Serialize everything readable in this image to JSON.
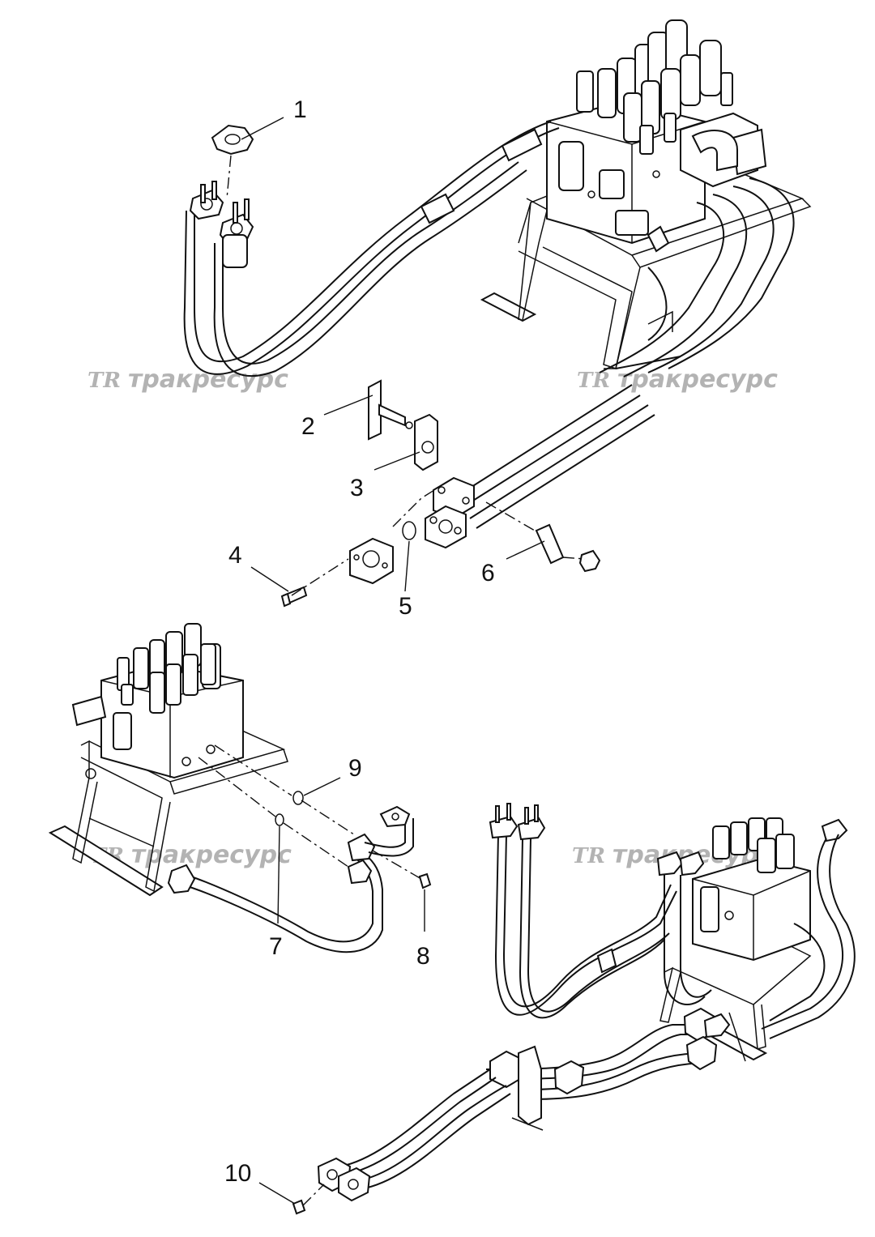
{
  "watermark": {
    "logo": "TR",
    "text": "тракресурс"
  },
  "callouts": [
    {
      "id": "1",
      "label": "1"
    },
    {
      "id": "2",
      "label": "2"
    },
    {
      "id": "3",
      "label": "3"
    },
    {
      "id": "4",
      "label": "4"
    },
    {
      "id": "5",
      "label": "5"
    },
    {
      "id": "6",
      "label": "6"
    },
    {
      "id": "7",
      "label": "7"
    },
    {
      "id": "8",
      "label": "8"
    },
    {
      "id": "9",
      "label": "9"
    },
    {
      "id": "10",
      "label": "10"
    }
  ]
}
